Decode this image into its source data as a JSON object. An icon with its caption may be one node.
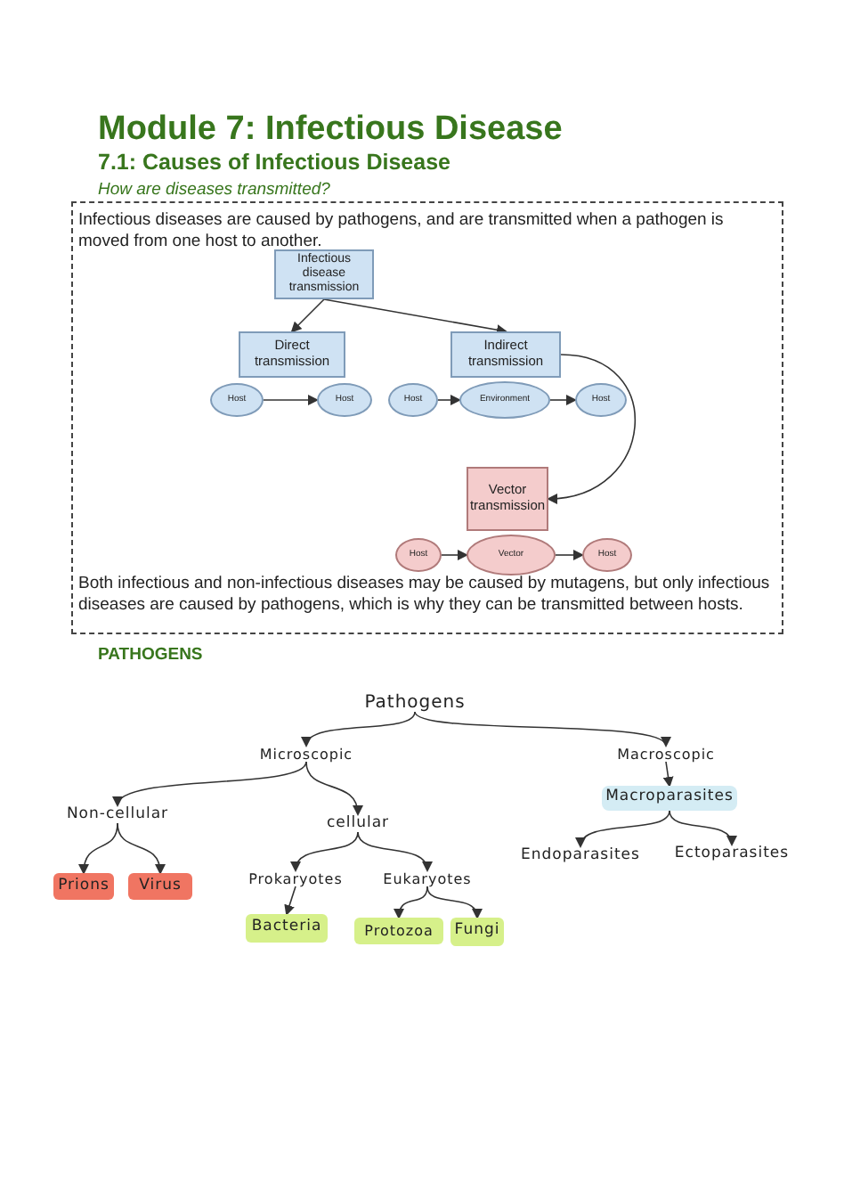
{
  "diagram": {
    "title": "Module 7: Infectious Disease",
    "nodes": [
      {
        "text": [
          "Infectious diseases are caused by pathogens, and are transmitted when a pathogen is moved from one host to another.",
          "Both infectious and non-infectious diseases may be caused by mutagens, but only infectious diseases are caused by pathogens, which is why they can be transmitted between hosts."
        ]
      },
      {
        "text": [
          "Infectious disease transmission"
        ],
        "in": 0
      },
      {
        "text": [
          "Direct transmission"
        ],
        "in": 0
      },
      {
        "text": [
          "Indirect transmission"
        ],
        "in": 0
      },
      {
        "text": [
          "Host"
        ],
        "in": 0
      },
      {
        "text": [
          "Host"
        ],
        "in": 0
      },
      {
        "text": [
          "Host"
        ],
        "in": 0
      },
      {
        "text": [
          "Environment"
        ],
        "in": 0
      },
      {
        "text": [
          "Host"
        ],
        "in": 0
      },
      {
        "text": [
          "Vector transmission"
        ],
        "in": 0
      },
      {
        "text": [
          "Host"
        ],
        "in": 0
      },
      {
        "text": [
          "Vector"
        ],
        "in": 0
      },
      {
        "text": [
          "Host"
        ],
        "in": 0
      },
      {
        "text": [
          "Pathogens"
        ]
      },
      {
        "text": [
          "Microscopic"
        ]
      },
      {
        "text": [
          "Macroscopic"
        ]
      },
      {
        "text": [
          "Non-cellular"
        ]
      },
      {
        "text": [
          "cellular"
        ]
      },
      {
        "text": [
          "Prions"
        ]
      },
      {
        "text": [
          "Virus"
        ]
      },
      {
        "text": [
          "Prokaryotes"
        ]
      },
      {
        "text": [
          "Eukaryotes"
        ]
      },
      {
        "text": [
          "Bacteria"
        ]
      },
      {
        "text": [
          "Protozoa"
        ]
      },
      {
        "text": [
          "Fungi"
        ]
      },
      {
        "text": [
          "Macroparasites"
        ]
      },
      {
        "text": [
          "Endoparasites"
        ]
      },
      {
        "text": [
          "Ectoparasites"
        ]
      }
    ],
    "edges": [
      {
        "from": 1,
        "to": 2,
        "arrow": "to"
      },
      {
        "from": 1,
        "to": 3,
        "arrow": "to"
      },
      {
        "from": 4,
        "to": 5,
        "arrow": "to"
      },
      {
        "from": 6,
        "to": 7,
        "arrow": "to"
      },
      {
        "from": 7,
        "to": 8,
        "arrow": "to"
      },
      {
        "from": 3,
        "to": 9,
        "arrow": "to"
      },
      {
        "from": 10,
        "to": 11,
        "arrow": "to"
      },
      {
        "from": 11,
        "to": 12,
        "arrow": "to"
      },
      {
        "from": 13,
        "to": 14,
        "arrow": "to"
      },
      {
        "from": 13,
        "to": 15,
        "arrow": "to"
      },
      {
        "from": 14,
        "to": 16,
        "arrow": "to"
      },
      {
        "from": 14,
        "to": 17,
        "arrow": "to"
      },
      {
        "from": 16,
        "to": 18,
        "arrow": "to"
      },
      {
        "from": 16,
        "to": 19,
        "arrow": "to"
      },
      {
        "from": 17,
        "to": 20,
        "arrow": "to"
      },
      {
        "from": 17,
        "to": 21,
        "arrow": "to"
      },
      {
        "from": 20,
        "to": 22,
        "arrow": "to"
      },
      {
        "from": 21,
        "to": 23,
        "arrow": "to"
      },
      {
        "from": 21,
        "to": 24,
        "arrow": "to"
      },
      {
        "from": 15,
        "to": 25,
        "arrow": "to"
      },
      {
        "from": 25,
        "to": 26,
        "arrow": "to"
      },
      {
        "from": 25,
        "to": 27,
        "arrow": "to"
      }
    ],
    "labels": [
      "7.1: Causes of Infectious Disease",
      "How are diseases transmitted?",
      "PATHOGENS"
    ]
  }
}
